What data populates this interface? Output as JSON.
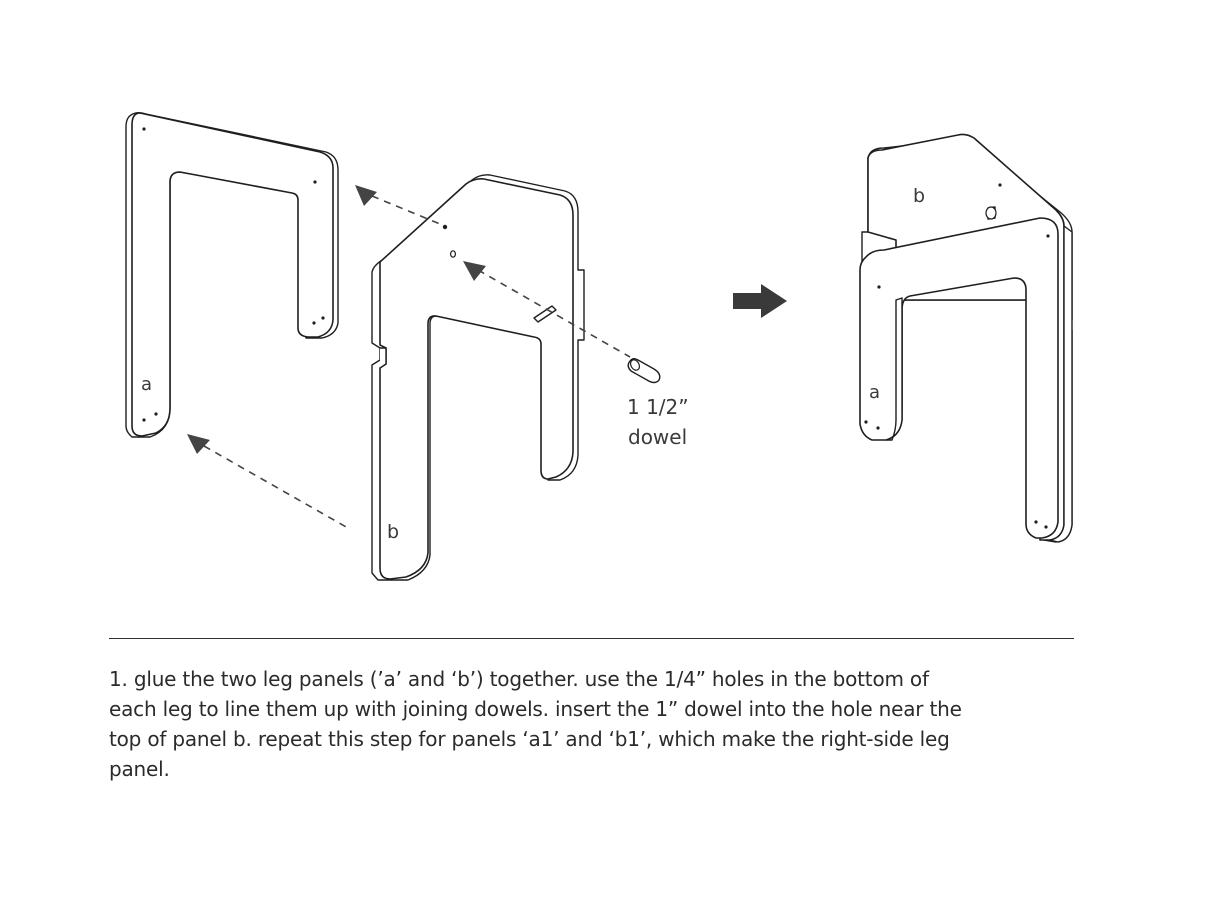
{
  "labels": {
    "left_panel_a": "a",
    "left_panel_b": "b",
    "dowel_size": "1 1/2”",
    "dowel_word": "dowel",
    "right_panel_b": "b",
    "right_panel_a": "a"
  },
  "instructions": {
    "step_text": "1. glue the two leg panels (’a’ and ‘b’) together. use the 1/4” holes in the bottom of each leg to line them up with joining dowels. insert the 1” dowel into the hole near the top of panel b. repeat this step for panels ‘a1’ and ‘b1’, which make the right-side leg panel."
  },
  "colors": {
    "line": "#1f1f1f",
    "arrow": "#444444",
    "text": "#2b2b2b"
  }
}
